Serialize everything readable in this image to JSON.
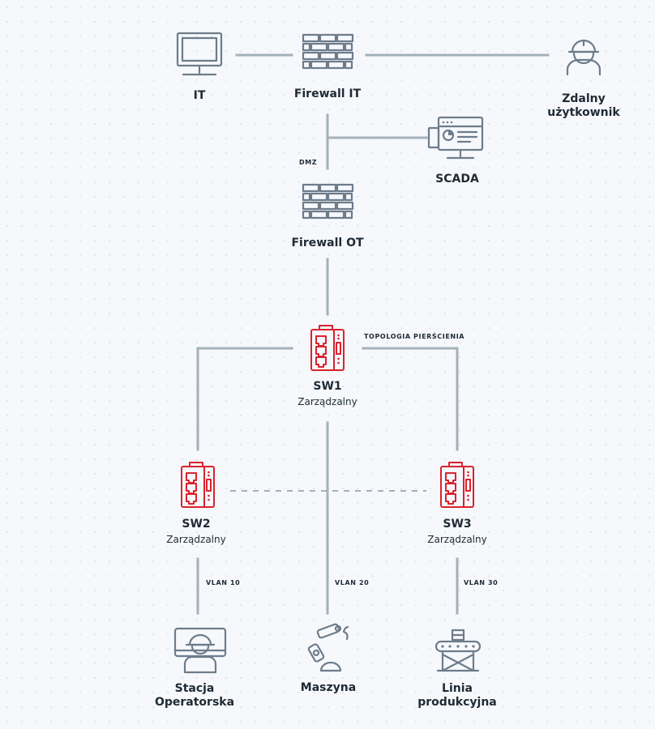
{
  "nodes": {
    "it": {
      "label": "IT"
    },
    "firewall_it": {
      "label": "Firewall IT"
    },
    "remote_user": {
      "label_line1": "Zdalny",
      "label_line2": "użytkownik"
    },
    "scada": {
      "label": "SCADA"
    },
    "firewall_ot": {
      "label": "Firewall OT"
    },
    "sw1": {
      "label": "SW1",
      "sublabel": "Zarządzalny"
    },
    "sw2": {
      "label": "SW2",
      "sublabel": "Zarządzalny"
    },
    "sw3": {
      "label": "SW3",
      "sublabel": "Zarządzalny"
    },
    "operator_station": {
      "label_line1": "Stacja",
      "label_line2": "Operatorska"
    },
    "machine": {
      "label": "Maszyna"
    },
    "production_line": {
      "label_line1": "Linia",
      "label_line2": "produkcyjna"
    }
  },
  "connection_labels": {
    "dmz": "DMZ",
    "ring": "TOPOLOGIA PIERŚCIENIA",
    "vlan10": "VLAN 10",
    "vlan20": "VLAN 20",
    "vlan30": "VLAN 30"
  },
  "colors": {
    "line": "#a4b0ba",
    "icon": "#6d7c8b",
    "switch": "#d9232d",
    "text": "#1f2a35"
  }
}
